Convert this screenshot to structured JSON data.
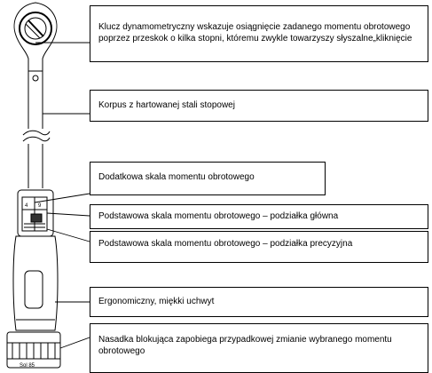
{
  "callouts": [
    {
      "id": "head",
      "text": "Klucz dynamometryczny wskazuje osiągnięcie zadanego momentu  obrotowego poprzez przeskok o kilka stopni, któremu zwykle towarzyszy  słyszalne„kliknięcie"
    },
    {
      "id": "body",
      "text": "Korpus z hartowanej stali stopowej"
    },
    {
      "id": "aux-scale",
      "text": "Dodatkowa skala momentu obrotowego"
    },
    {
      "id": "main-scale",
      "text": "Podstawowa skala momentu obrotowego – podziałka główna"
    },
    {
      "id": "fine-scale",
      "text": "Podstawowa skala momentu obrotowego – podziałka precyzyjna"
    },
    {
      "id": "grip",
      "text": "Ergonomiczny, miękki uchwyt"
    },
    {
      "id": "lock-cap",
      "text": "Nasadka blokująca zapobiega przypadkowej zmianie wybranego  momentu obrotowego"
    }
  ],
  "wrench_marks": {
    "scale_small_1": "4",
    "scale_small_2": "9",
    "cap_label": "Sol 85"
  }
}
